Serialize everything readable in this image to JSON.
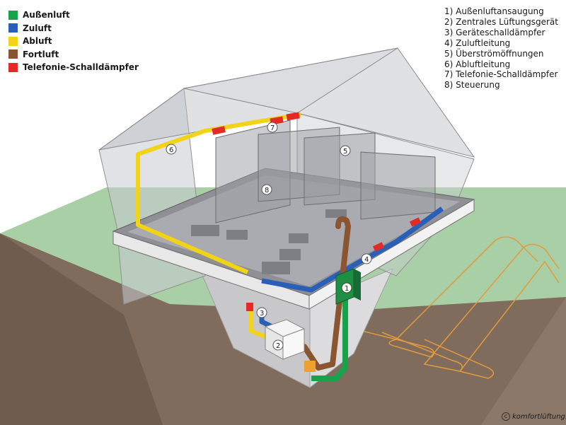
{
  "legend": [
    {
      "label": "Außenluft",
      "color": "#18a24c"
    },
    {
      "label": "Zuluft",
      "color": "#2a5fb8"
    },
    {
      "label": "Abluft",
      "color": "#f2d316"
    },
    {
      "label": "Fortluft",
      "color": "#8a5530"
    },
    {
      "label": "Telefonie-Schalldämpfer",
      "color": "#e42a26"
    }
  ],
  "components": [
    "1) Außenluftansaugung",
    "2) Zentrales Lüftungsgerät",
    "3) Geräteschalldämpfer",
    "4) Zuluftleitung",
    "5) Überströmöffnungen",
    "6) Abluftleitung",
    "7) Telefonie-Schalldämpfer",
    "8) Steuerung"
  ],
  "markers": [
    "1",
    "2",
    "3",
    "4",
    "5",
    "6",
    "7",
    "8"
  ],
  "copyright": "komfortlüftung.at"
}
